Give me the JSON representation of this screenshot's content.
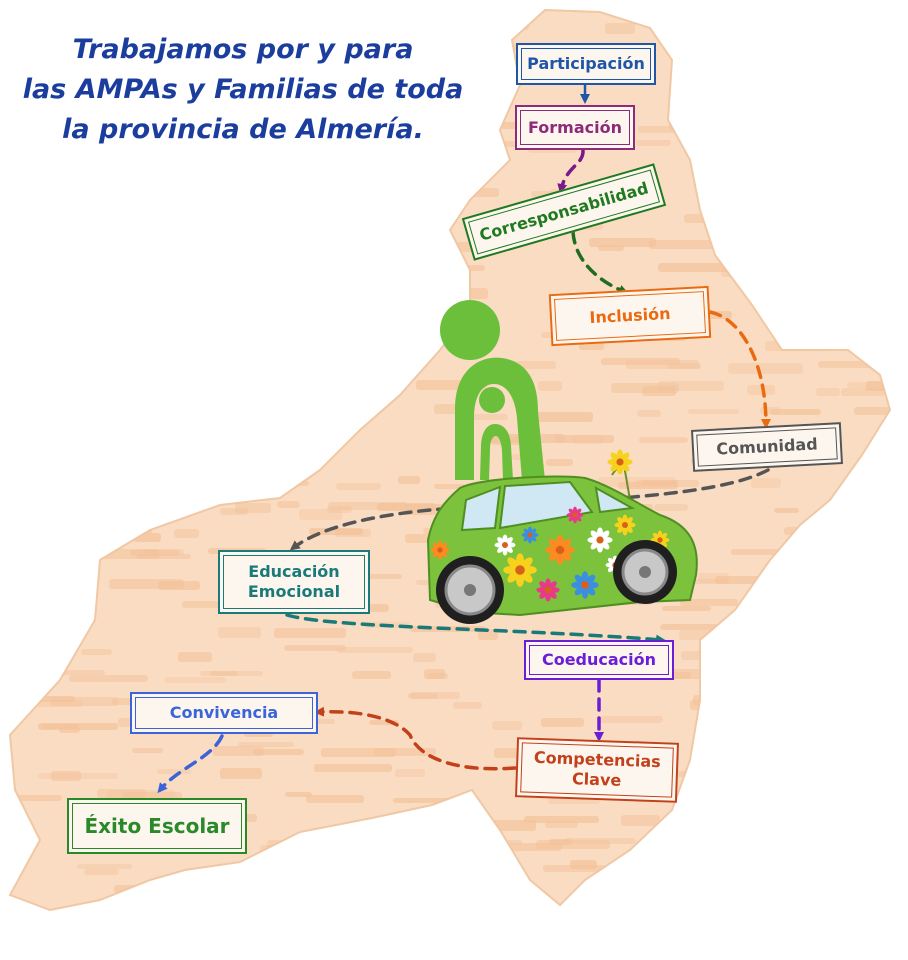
{
  "headline": {
    "lines": [
      "Trabajamos por y para",
      "las AMPAs y Familias de toda",
      "la provincia de Almería."
    ],
    "color": "#1a3d9e"
  },
  "steps": [
    {
      "id": "participacion",
      "label": "Participación",
      "color": "#1e56a8"
    },
    {
      "id": "formacion",
      "label": "Formación",
      "color": "#8e2a7a"
    },
    {
      "id": "corresponsabilidad",
      "label": "Corresponsabilidad",
      "color": "#1f7a1f"
    },
    {
      "id": "inclusion",
      "label": "Inclusión",
      "color": "#ea6a12"
    },
    {
      "id": "comunidad",
      "label": "Comunidad",
      "color": "#555555"
    },
    {
      "id": "educacion-emocional",
      "label": "Educación\nEmocional",
      "color": "#1a7a7a"
    },
    {
      "id": "coeducacion",
      "label": "Coeducación",
      "color": "#6a1ed6"
    },
    {
      "id": "competencias-clave",
      "label": "Competencias\nClave",
      "color": "#c2411a"
    },
    {
      "id": "convivencia",
      "label": "Convivencia",
      "color": "#3b64d8"
    },
    {
      "id": "exito-escolar",
      "label": "Éxito Escolar",
      "color": "#2a8a2a"
    }
  ],
  "colors": {
    "map_fill": "#f9dcc2",
    "map_mark": "#f3c29a",
    "logo_green": "#6cbf3a",
    "car_green": "#7cc23c"
  },
  "icons": [
    "almeria-map",
    "ampas-family-logo-icon",
    "flower-car-icon",
    "flower-icon"
  ]
}
